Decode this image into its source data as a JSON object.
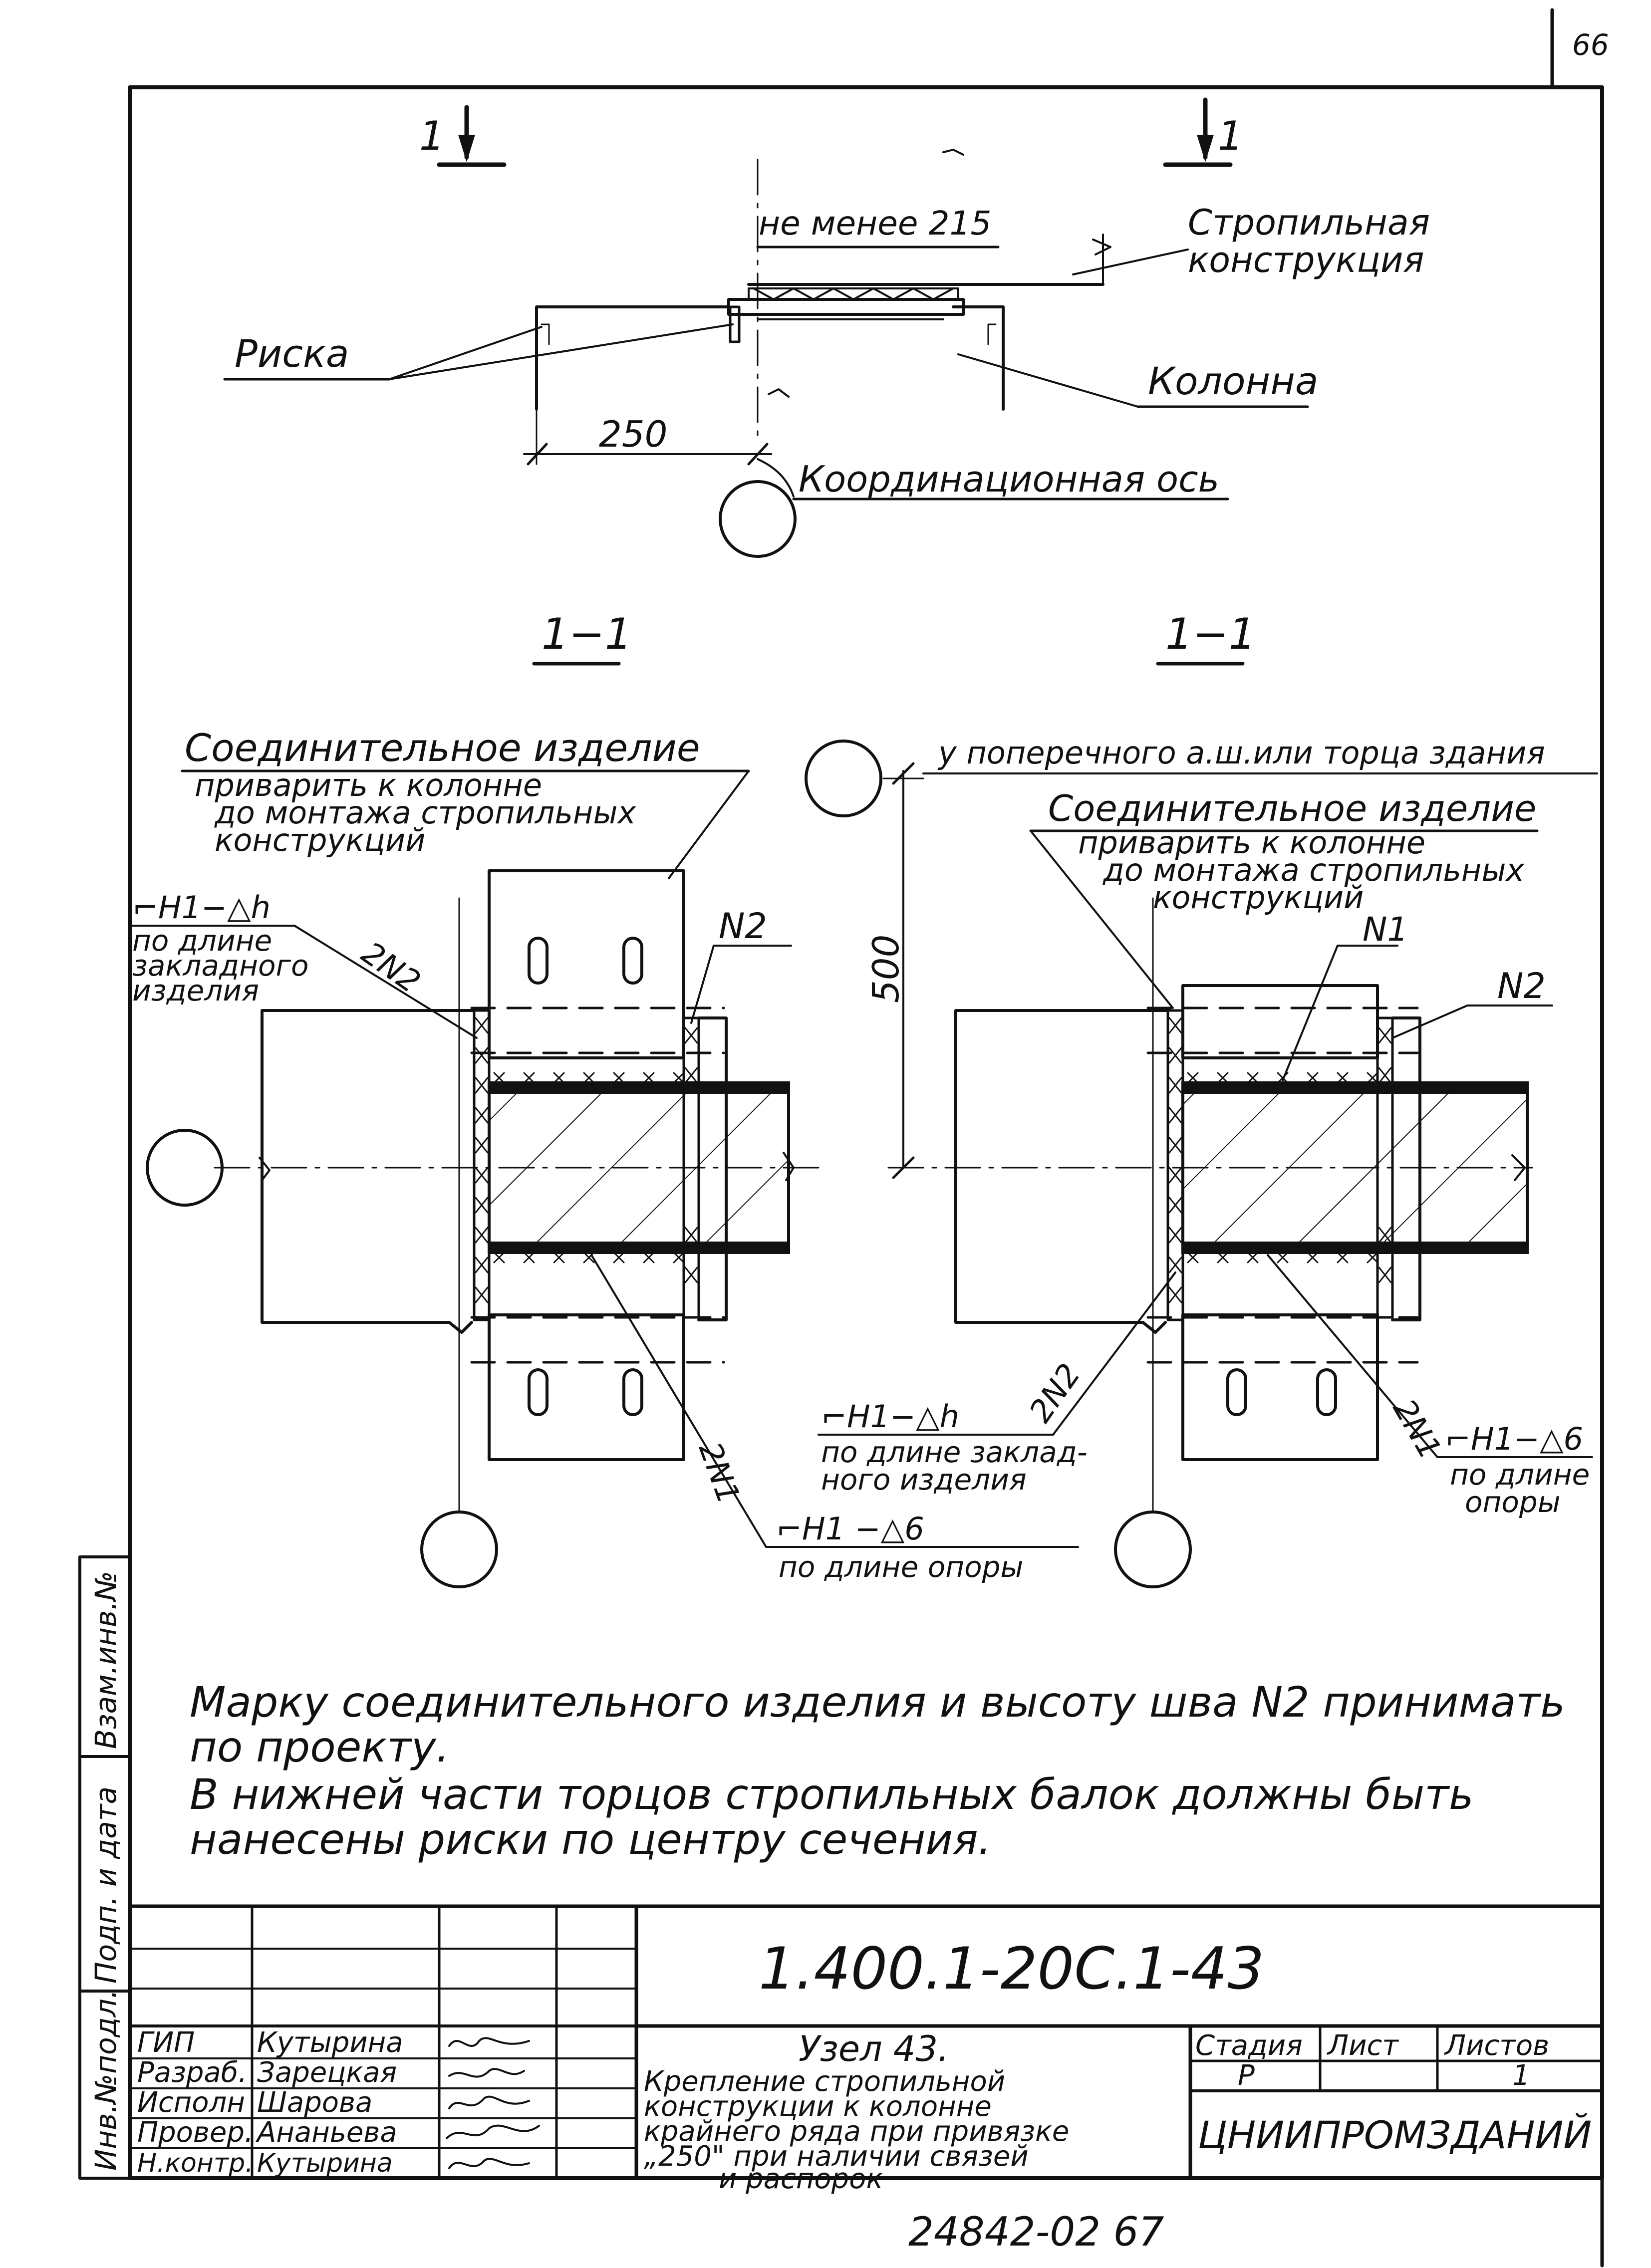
{
  "page_number": "66",
  "plan": {
    "section_marks": [
      "1",
      "1"
    ],
    "min_label": "не менее 215",
    "rafter_label_1": "Стропильная",
    "rafter_label_2": "конструкция",
    "risk_label": "Риска",
    "column_label": "Колонна",
    "dim_250": "250",
    "coord_axis_label": "Координационная ось"
  },
  "left_section": {
    "title": "1−1",
    "part_label": "Соединительное изделие",
    "note_1": "приварить к колонне",
    "note_2": "до монтажа стропильных",
    "note_3": "конструкций",
    "weld_1": "⌐Н1−△h",
    "weld_1_note_1": "по длине",
    "weld_1_note_2": "закладного",
    "weld_1_note_3": "изделия",
    "mark_2n2": "2N2",
    "mark_n2": "N2",
    "mark_2n1": "2N1",
    "weld_2": "⌐Н1 −△6",
    "weld_2_note": "по длине опоры"
  },
  "right_section": {
    "title": "1−1",
    "top_note": "у поперечного а.ш.или торца здания",
    "part_label": "Соединительное изделие",
    "note_1": "приварить к колонне",
    "note_2": "до монтажа стропильных",
    "note_3": "конструкций",
    "dim_500": "500",
    "mark_n1": "N1",
    "mark_n2": "N2",
    "mark_2n2": "2N2",
    "weld_1": "⌐Н1−△h",
    "weld_1_note_1": "по длине заклад-",
    "weld_1_note_2": "ного изделия",
    "mark_2n1": "2N1",
    "weld_2": "⌐Н1−△6",
    "weld_2_note_1": "по длине",
    "weld_2_note_2": "опоры"
  },
  "notes": {
    "line_1": "Марку соединительного изделия и высоту шва N2 принимать",
    "line_2": "по проекту.",
    "line_3": "В нижней части торцов стропильных балок должны быть",
    "line_4": "нанесены риски по центру сечения."
  },
  "side_stamp": {
    "inv_podl": "Инв.№подл.",
    "podp_data": "Подп. и дата",
    "vzam_inv": "Взам.инв.№"
  },
  "title_block": {
    "code": "1.400.1-20С.1-43",
    "title_1": "Узел 43.",
    "title_2": "Крепление стропильной",
    "title_3": "конструкции к колонне",
    "title_4": "крайнего ряда при привязке",
    "title_5": "„250\" при наличии связей",
    "title_6": "и распорок",
    "roles": [
      "ГИП",
      "Разраб.",
      "Исполн",
      "Провер.",
      "Н.контр."
    ],
    "names": [
      "Кутырина",
      "Зарецкая",
      "Шарова",
      "Ананьева",
      "Кутырина"
    ],
    "stage_header": "Стадия",
    "sheet_header": "Лист",
    "sheets_header": "Листов",
    "stage_value": "Р",
    "sheet_value": "",
    "sheets_value": "1",
    "organization": "ЦНИИПРОМЗДАНИЙ"
  },
  "bottom_number": "24842-02  67"
}
